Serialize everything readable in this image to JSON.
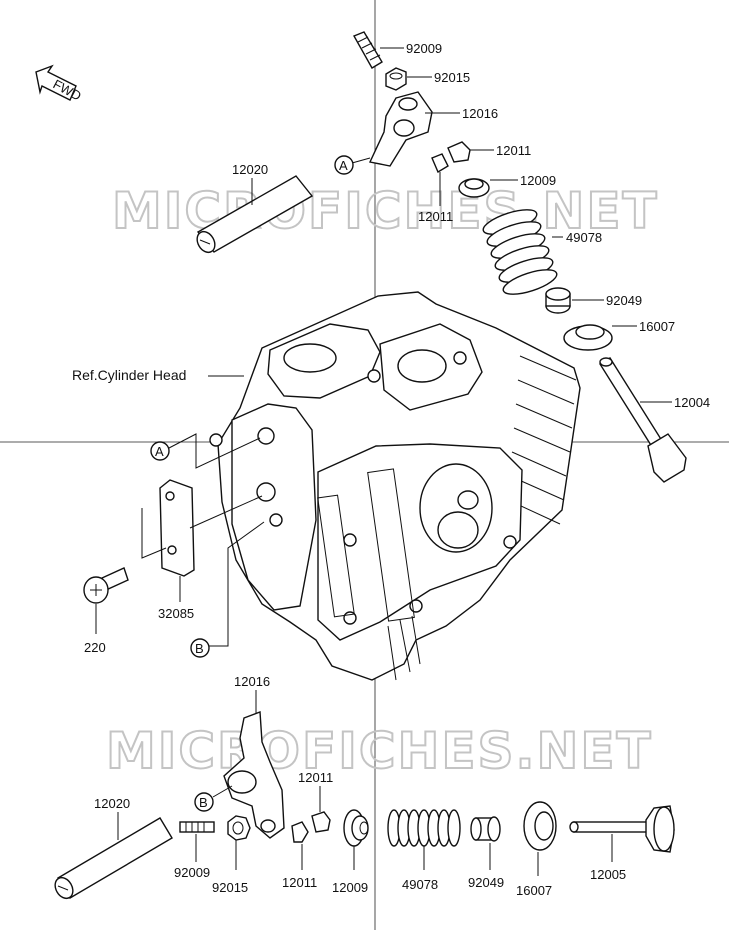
{
  "watermark": "MICROFICHES.NET",
  "fwd_label": "FWD",
  "reference_label": "Ref.Cylinder Head",
  "callouts": {
    "a": "A",
    "b": "B"
  },
  "upper_labels": {
    "adjust_screw": "92009",
    "nut": "92015",
    "rocker_arm": "12016",
    "rocker_shaft": "12020",
    "cotter_right": "12011",
    "cotter_left": "12011",
    "retainer": "12009",
    "spring": "49078",
    "seal": "92049",
    "spring_seat": "16007",
    "intake_valve": "12004"
  },
  "middle_labels": {
    "plate": "32085",
    "bolt": "220"
  },
  "lower_labels": {
    "rocker_arm": "12016",
    "rocker_shaft": "12020",
    "adjust_screw": "92009",
    "nut": "92015",
    "cotter_top": "12011",
    "cotter_bottom": "12011",
    "retainer": "12009",
    "spring": "49078",
    "seal": "92049",
    "spring_seat": "16007",
    "exhaust_valve": "12005"
  }
}
